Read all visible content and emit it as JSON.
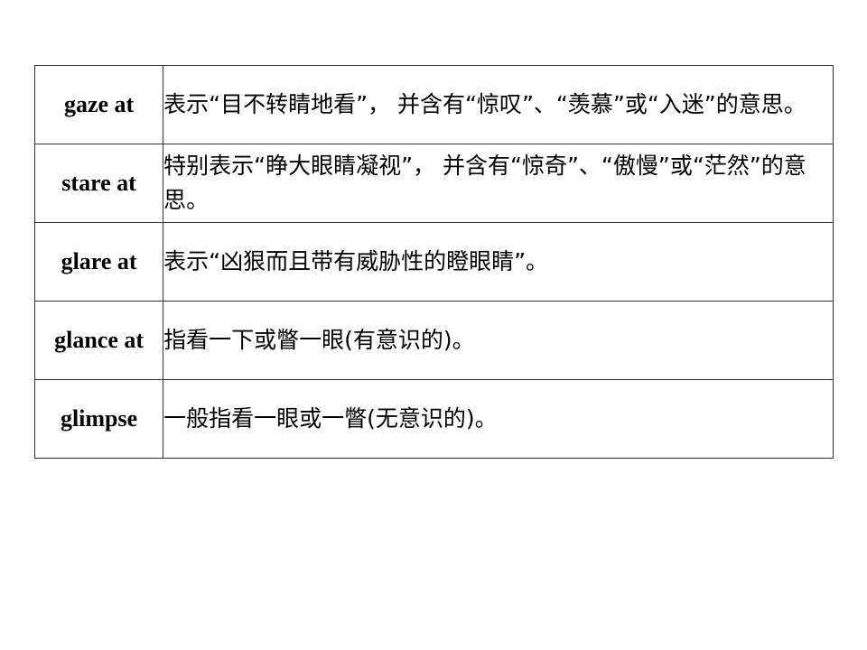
{
  "table": {
    "rows": [
      {
        "word": "gaze at",
        "definition": " 表示“目不转睛地看”， 并含有“惊叹”、“羡慕”或“入迷”的意思。"
      },
      {
        "word": "stare at",
        "definition": " 特别表示“睁大眼睛凝视”， 并含有“惊奇”、“傲慢”或“茫然”的意思。"
      },
      {
        "word": "glare at",
        "definition": " 表示“凶狠而且带有威胁性的瞪眼睛”。"
      },
      {
        "word": "glance at",
        "definition": " 指看一下或瞥一眼(有意识的)。"
      },
      {
        "word": "glimpse",
        "definition": " 一般指看一眼或一瞥(无意识的)。"
      }
    ]
  }
}
